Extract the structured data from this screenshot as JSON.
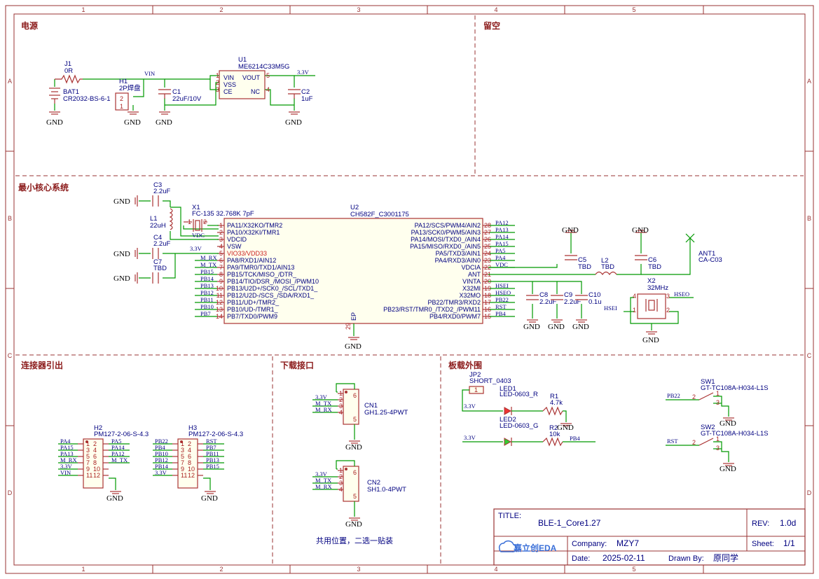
{
  "rulers": {
    "columns": [
      "1",
      "2",
      "3",
      "4",
      "5"
    ],
    "rows": [
      "A",
      "B",
      "C",
      "D"
    ]
  },
  "sections": {
    "power": "电源",
    "reserved": "留空",
    "core": "最小核心系统",
    "connector": "连接器引出",
    "download": "下载接口",
    "board": "板载外围"
  },
  "power": {
    "j1_ref": "J1",
    "j1_val": "0R",
    "bat_ref": "BAT1",
    "bat_val": "CR2032-BS-6-1",
    "h1_ref": "H1",
    "h1_val": "2P焊盘",
    "u1_ref": "U1",
    "u1_val": "ME6214C33M5G",
    "u1_pins": [
      "VIN",
      "VSS",
      "CE",
      "VOUT",
      "NC"
    ],
    "u1_pin_nums": [
      "1",
      "2",
      "3",
      "5",
      "4"
    ],
    "c1_ref": "C1",
    "c1_val": "22uF/10V",
    "c2_ref": "C2",
    "c2_val": "1uF",
    "net_vin": "VIN",
    "net_33": "3.3V",
    "gnd": "GND"
  },
  "core": {
    "u2_ref": "U2",
    "u2_val": "CH582F_C3001175",
    "x1_ref": "X1",
    "x1_val": "FC-135 32.768K 7pF",
    "x1_pin1": "1",
    "x1_pin2": "2",
    "c3_ref": "C3",
    "c3_val": "2.2uF",
    "l1_ref": "L1",
    "l1_val": "22uH",
    "c4_ref": "C4",
    "c4_val": "2.2uF",
    "c7_ref": "C7",
    "c7_val": "TBD",
    "c5_ref": "C5",
    "c5_val": "TBD",
    "c6_ref": "C6",
    "c6_val": "TBD",
    "l2_ref": "L2",
    "l2_val": "TBD",
    "c8_ref": "C8",
    "c8_val": "2.2uF",
    "c9_ref": "C9",
    "c9_val": "2.2uF",
    "c10_ref": "C10",
    "c10_val": "0.1u",
    "ant_ref": "ANT1",
    "ant_val": "CA-C03",
    "x2_ref": "X2",
    "x2_val": "32MHz",
    "x2_pins": [
      "4",
      "3",
      "1",
      "2"
    ],
    "vdc": "VDC",
    "hsei": "HSEI",
    "hseo": "HSEO",
    "v33": "3.3V",
    "gnd": "GND",
    "left_pins": [
      {
        "n": "1",
        "name": "PA11/X32KO/TMR2",
        "net": ""
      },
      {
        "n": "2",
        "name": "PA10/X32KI/TMR1",
        "net": ""
      },
      {
        "n": "3",
        "name": "VDCID",
        "net": "VDC"
      },
      {
        "n": "4",
        "name": "VSW",
        "net": ""
      },
      {
        "n": "5",
        "name": "VIO33/VDD33",
        "net": "3.3V"
      },
      {
        "n": "6",
        "name": "PA8/RXD1/AIN12",
        "net": "M_RX"
      },
      {
        "n": "7",
        "name": "PA9/TMR0/TXD1/AIN13",
        "net": "M_TX"
      },
      {
        "n": "8",
        "name": "PB15/TCK/MISO_/DTR_",
        "net": "PB15"
      },
      {
        "n": "9",
        "name": "PB14/TIO/DSR_/MOSI_/PWM10",
        "net": "PB14"
      },
      {
        "n": "10",
        "name": "PB13/U2D+/SCK0_/SCL/TXD1_",
        "net": "PB13"
      },
      {
        "n": "11",
        "name": "PB12/U2D-/SCS_/SDA/RXD1_",
        "net": "PB12"
      },
      {
        "n": "12",
        "name": "PB11/UD+/TMR2_",
        "net": "PB11"
      },
      {
        "n": "13",
        "name": "PB10/UD-/TMR1_",
        "net": "PB10"
      },
      {
        "n": "14",
        "name": "PB7/TXD0/PWM9",
        "net": "PB7"
      }
    ],
    "right_pins": [
      {
        "n": "28",
        "name": "PA12/SCS/PWM4/AIN2",
        "net": "PA12"
      },
      {
        "n": "27",
        "name": "PA13/SCK0/PWM5/AIN3",
        "net": "PA13"
      },
      {
        "n": "26",
        "name": "PA14/MOSI/TXD0_/AIN4",
        "net": "PA14"
      },
      {
        "n": "25",
        "name": "PA15/MISO/RXD0_/AIN5",
        "net": "PA15"
      },
      {
        "n": "24",
        "name": "PA5/TXD3/AIN1",
        "net": "PA5"
      },
      {
        "n": "23",
        "name": "PA4/RXD3/AIN0",
        "net": "PA4"
      },
      {
        "n": "22",
        "name": "VDCIA",
        "net": "VDC"
      },
      {
        "n": "21",
        "name": "ANT",
        "net": ""
      },
      {
        "n": "20",
        "name": "VINTA",
        "net": ""
      },
      {
        "n": "19",
        "name": "X32MI",
        "net": "HSEI"
      },
      {
        "n": "18",
        "name": "X32MO",
        "net": "HSEO"
      },
      {
        "n": "17",
        "name": "PB22/TMR3/RXD2",
        "net": "PB22"
      },
      {
        "n": "16",
        "name": "PB23/RST/TMR0_/TXD2_/PWM11",
        "net": "RST"
      },
      {
        "n": "15",
        "name": "PB4/RXD0/PWM7",
        "net": "PB4"
      }
    ],
    "ep_num": "29",
    "ep_name": "EP"
  },
  "connector": {
    "h2_ref": "H2",
    "h2_val": "PM127-2-06-S-4.3",
    "h3_ref": "H3",
    "h3_val": "PM127-2-06-S-4.3",
    "h2_left_nets": [
      "PA4",
      "PA15",
      "PA13",
      "M_RX",
      "3.3V",
      "VIN"
    ],
    "h2_right_nets": [
      "PA5",
      "PA14",
      "PA12",
      "M_TX",
      "",
      ""
    ],
    "h3_left_nets": [
      "PB22",
      "PB4",
      "PB10",
      "PB12",
      "PB14",
      "3.3V"
    ],
    "h3_right_nets": [
      "RST",
      "PB7",
      "PB11",
      "PB13",
      "PB15",
      ""
    ],
    "left_nums": [
      "1",
      "3",
      "5",
      "7",
      "9",
      "11"
    ],
    "right_nums": [
      "2",
      "4",
      "6",
      "8",
      "10",
      "12"
    ],
    "gnd": "GND"
  },
  "download": {
    "cn1_ref": "CN1",
    "cn1_val": "GH1.25-4PWT",
    "cn2_ref": "CN2",
    "cn2_val": "SH1.0-4PWT",
    "nets": [
      "3.3V",
      "M_TX",
      "M_RX"
    ],
    "pins": [
      "1",
      "2",
      "3",
      "4"
    ],
    "pin5": "5",
    "pin6": "6",
    "note": "共用位置，二选一贴装",
    "gnd": "GND"
  },
  "board": {
    "jp2_ref": "JP2",
    "jp2_val": "SHORT_0403",
    "led1_ref": "LED1",
    "led1_val": "LED-0603_R",
    "led2_ref": "LED2",
    "led2_val": "LED-0603_G",
    "r1_ref": "R1",
    "r1_val": "4.7k",
    "r2_ref": "R2",
    "r2_val": "10k",
    "sw1_ref": "SW1",
    "sw1_val": "GT-TC108A-H034-L1S",
    "sw2_ref": "SW2",
    "sw2_val": "GT-TC108A-H034-L1S",
    "net_33": "3.3V",
    "net_pb4": "PB4",
    "net_pb22": "PB22",
    "net_rst": "RST",
    "sw_pins": [
      "2",
      "1",
      "3"
    ],
    "jp_pin": "1",
    "gnd": "GND"
  },
  "titleblock": {
    "title_label": "TITLE:",
    "title": "BLE-1_Core1.27",
    "rev_label": "REV:",
    "rev": "1.0d",
    "company_label": "Company:",
    "company": "MZY7",
    "sheet_label": "Sheet:",
    "sheet": "1/1",
    "date_label": "Date:",
    "date": "2025-02-11",
    "drawn_label": "Drawn By:",
    "drawn": "原同学",
    "logo": "嘉立创EDA"
  },
  "colors": {
    "frame": "#993333",
    "wire": "#009900",
    "component": "#aa3333",
    "text": "#000080"
  }
}
